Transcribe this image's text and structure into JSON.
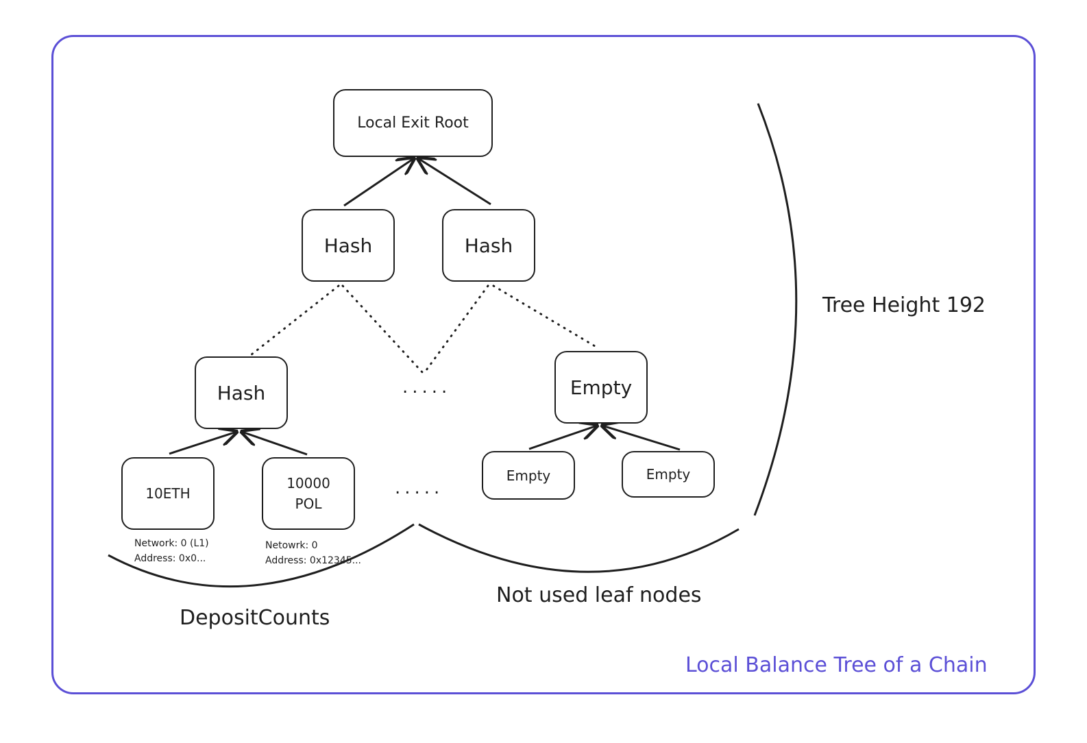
{
  "diagram": {
    "title": "Local Balance Tree of a Chain",
    "accent_color": "#5b4fd6",
    "root": {
      "label": "Local Exit Root"
    },
    "level1": [
      {
        "label": "Hash"
      },
      {
        "label": "Hash"
      }
    ],
    "level2": [
      {
        "label": "Hash"
      },
      {
        "label": "Empty"
      }
    ],
    "leaves": [
      {
        "label": "10ETH",
        "caption": "Network: 0 (L1)\nAddress: 0x0..."
      },
      {
        "label": "10000\nPOL",
        "caption": "Netowrk: 0\nAddress: 0x12345..."
      },
      {
        "label": "Empty"
      },
      {
        "label": "Empty"
      }
    ],
    "ellipsis_mid": ".....",
    "ellipsis_leaves": ".....",
    "brace_labels": {
      "used": "DepositCounts",
      "unused": "Not used leaf nodes",
      "height": "Tree Height 192"
    }
  }
}
